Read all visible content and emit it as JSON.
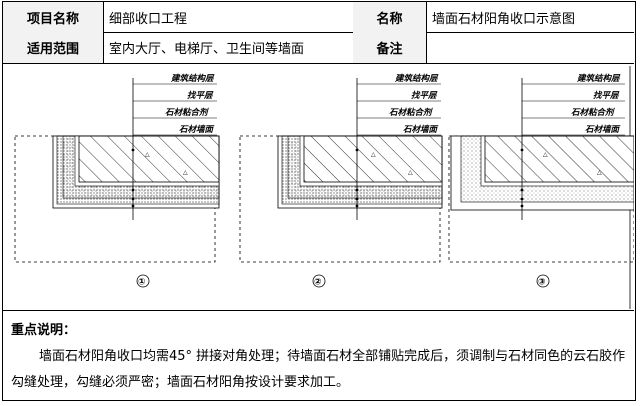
{
  "header": {
    "item_name_label": "项目名称",
    "item_name_value": "细部收口工程",
    "name_label": "名称",
    "name_value": "墙面石材阳角收口示意图",
    "scope_label": "适用范围",
    "scope_value": "室内大厅、电梯厅、卫生间等墙面",
    "remark_label": "备注",
    "remark_value": ""
  },
  "diagram": {
    "layers": [
      "建筑结构层",
      "找平层",
      "石材粘合剂",
      "石材墙面"
    ],
    "figure_labels": [
      "①",
      "②",
      "③"
    ]
  },
  "notes": {
    "title": "重点说明：",
    "body": "墙面石材阳角收口均需45° 拼接对角处理；待墙面石材全部铺贴完成后，须调制与石材同色的云石胶作勾缝处理，勾缝必须严密；墙面石材阳角按设计要求加工。"
  }
}
